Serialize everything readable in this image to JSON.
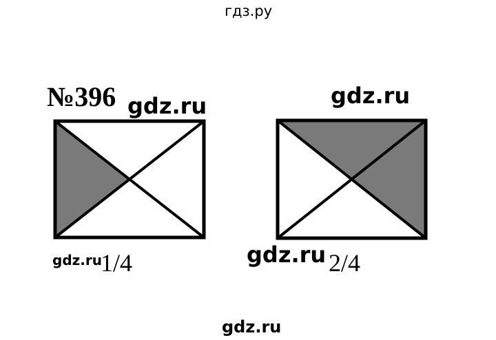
{
  "watermarks": {
    "top": "гдз.ру",
    "fig1": "gdz.ru",
    "fig2": "gdz.ru",
    "small": "gdz.ru",
    "mid": "gdz.ru",
    "bottom": "gdz.ru"
  },
  "problem": {
    "number": "№396"
  },
  "figures": [
    {
      "fraction_label": "1/4",
      "shaded_triangles": [
        "left"
      ],
      "shaded_fraction": 0.25
    },
    {
      "fraction_label": "2/4",
      "shaded_triangles": [
        "top",
        "right"
      ],
      "shaded_fraction": 0.5
    }
  ],
  "colors": {
    "shade": "#7a7a7a",
    "stroke": "#000000",
    "background": "#ffffff"
  }
}
